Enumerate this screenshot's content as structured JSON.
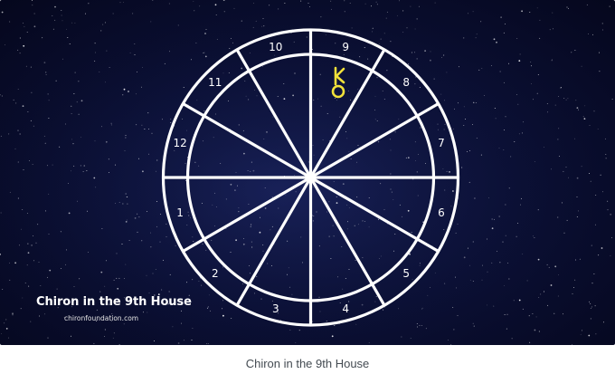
{
  "image": {
    "watermark_title": "Chiron in the 9th House",
    "watermark_site": "chironfoundation.com",
    "houses": [
      "1",
      "2",
      "3",
      "4",
      "5",
      "6",
      "7",
      "8",
      "9",
      "10",
      "11",
      "12"
    ],
    "planet_icon": "chiron-glyph-icon",
    "planet_house": "9"
  },
  "caption": "Chiron in the 9th House",
  "colors": {
    "background": "#0b1036",
    "wheel": "#ffffff",
    "planet": "#f2e13a",
    "caption": "#444b52"
  }
}
